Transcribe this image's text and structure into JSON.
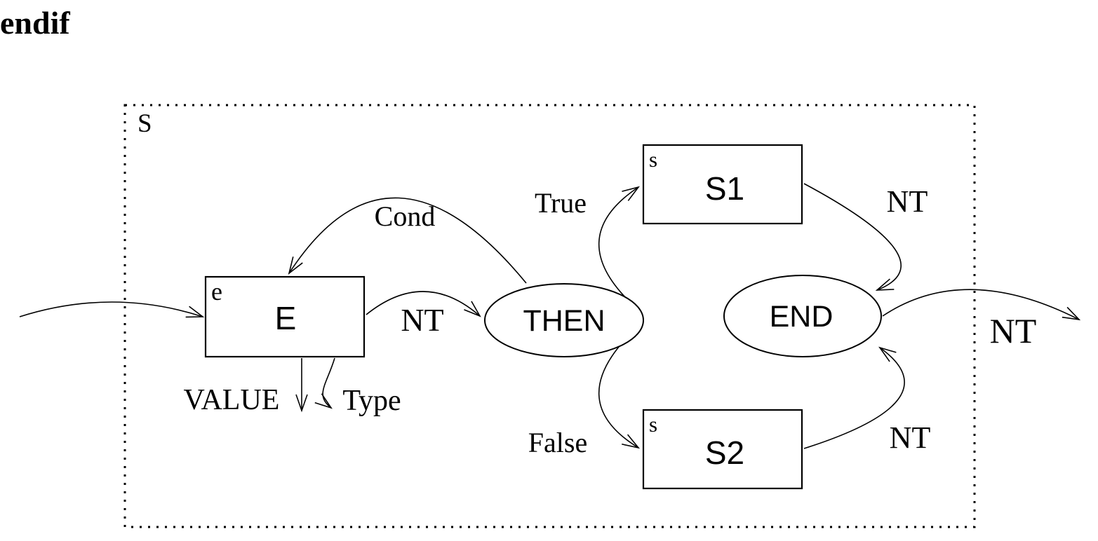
{
  "title": "endif",
  "colors": {
    "stroke": "#000000",
    "background": "#ffffff"
  },
  "container": {
    "label": "S"
  },
  "nodes": {
    "e": {
      "corner": "e",
      "label": "E"
    },
    "s1": {
      "corner": "s",
      "label": "S1"
    },
    "s2": {
      "corner": "s",
      "label": "S2"
    },
    "then": {
      "label": "THEN"
    },
    "end": {
      "label": "END"
    }
  },
  "edges": {
    "cond": {
      "label": "Cond"
    },
    "e_to_then": {
      "label": "NT"
    },
    "then_to_s1": {
      "label": "True"
    },
    "then_to_s2": {
      "label": "False"
    },
    "s1_to_end": {
      "label": "NT"
    },
    "s2_to_end": {
      "label": "NT"
    },
    "end_exit": {
      "label": "NT"
    },
    "value": {
      "label": "VALUE"
    },
    "type": {
      "label": "Type"
    }
  }
}
